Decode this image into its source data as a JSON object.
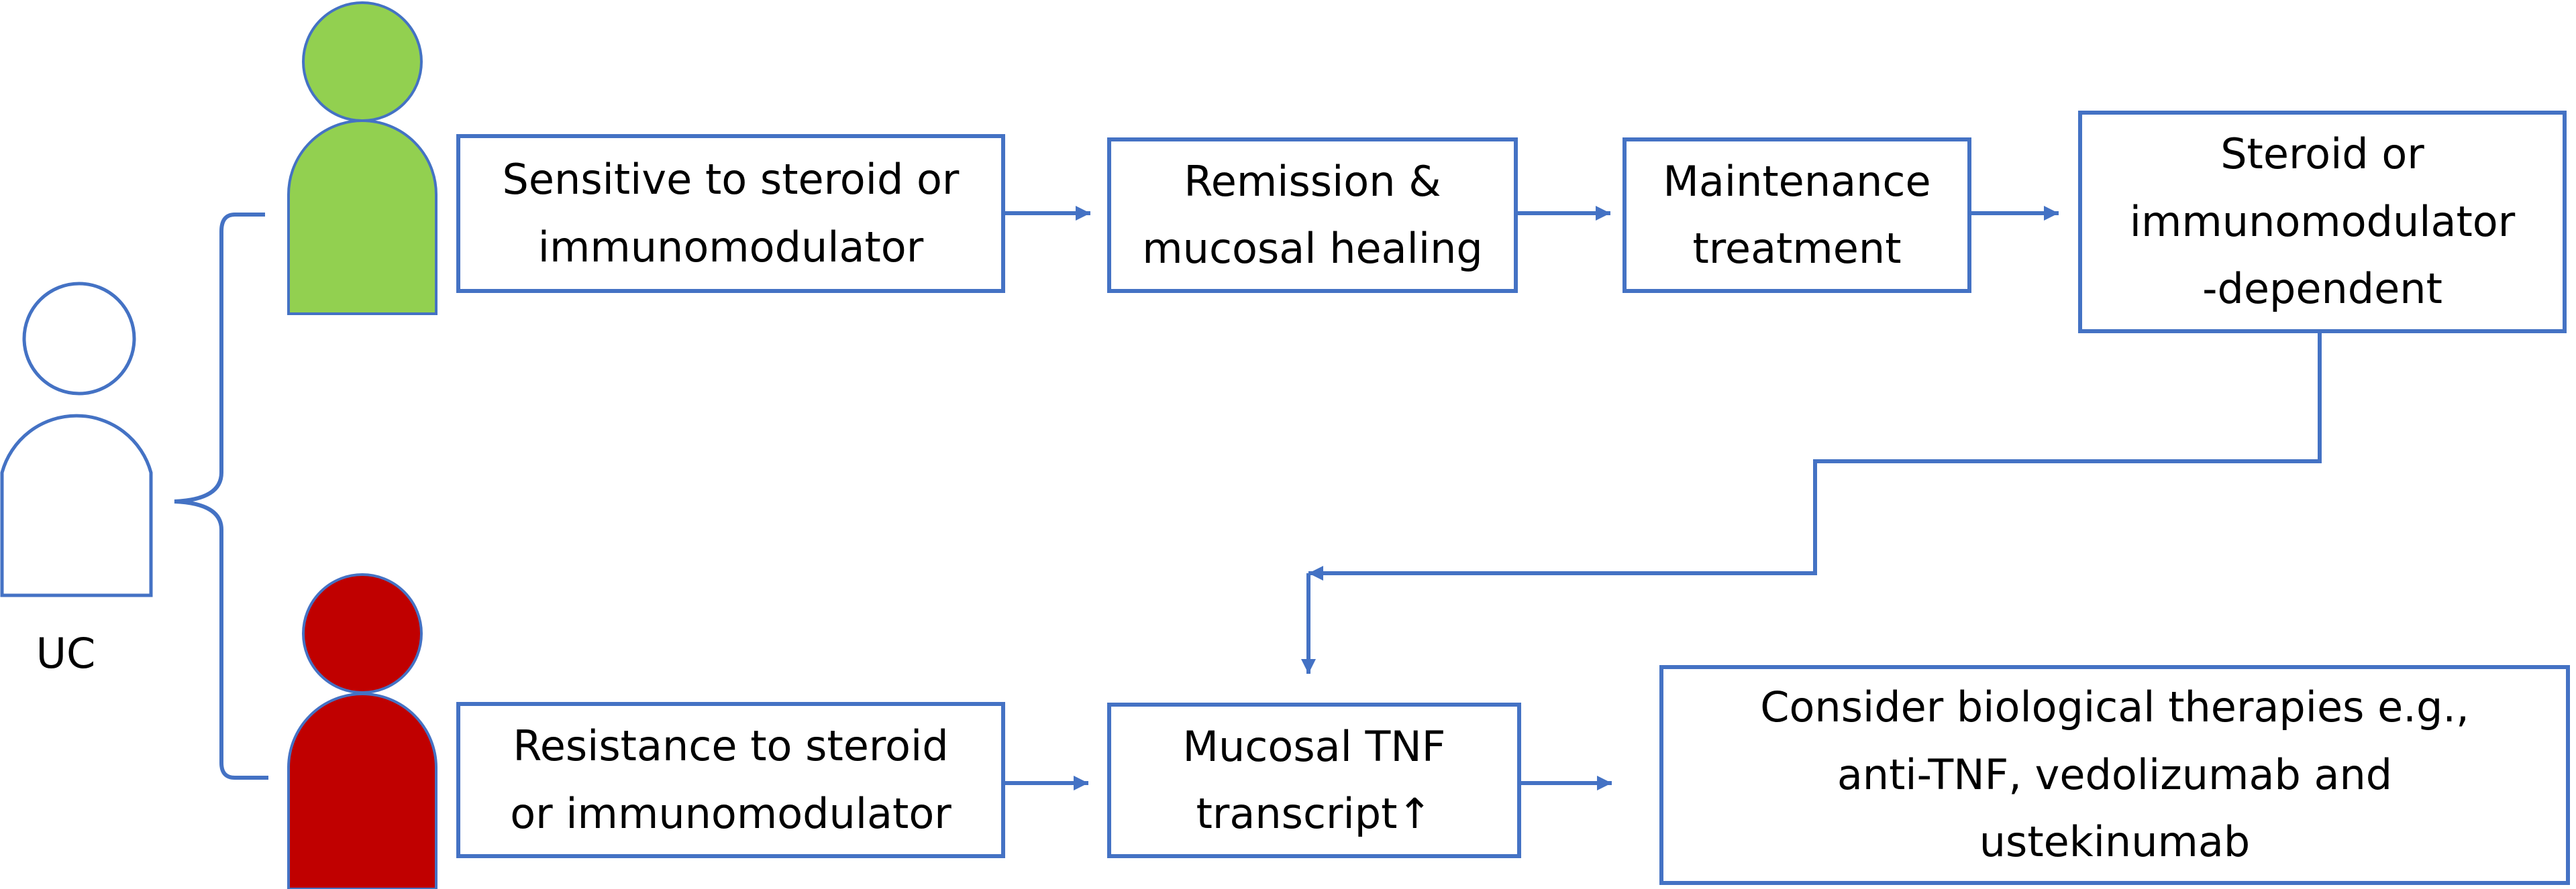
{
  "diagram": {
    "patient_label": "UC",
    "boxes": {
      "sensitive": [
        "Sensitive to steroid or",
        "immunomodulator"
      ],
      "remission": [
        "Remission &",
        "mucosal healing"
      ],
      "maintenance": [
        "Maintenance",
        "treatment"
      ],
      "dependent": [
        "Steroid or",
        "immunomodulator",
        "-dependent"
      ],
      "resistance": [
        "Resistance to steroid",
        "or immunomodulator"
      ],
      "tnf": [
        "Mucosal TNF",
        "transcript↑"
      ],
      "biologics": [
        "Consider biological therapies e.g.,",
        "anti-TNF, vedolizumab and",
        "ustekinumab"
      ]
    },
    "colors": {
      "line": "#4472C4",
      "sensitive_figure": "#92D050",
      "resistant_figure": "#C00000",
      "neutral_figure": "#FFFFFF"
    }
  }
}
